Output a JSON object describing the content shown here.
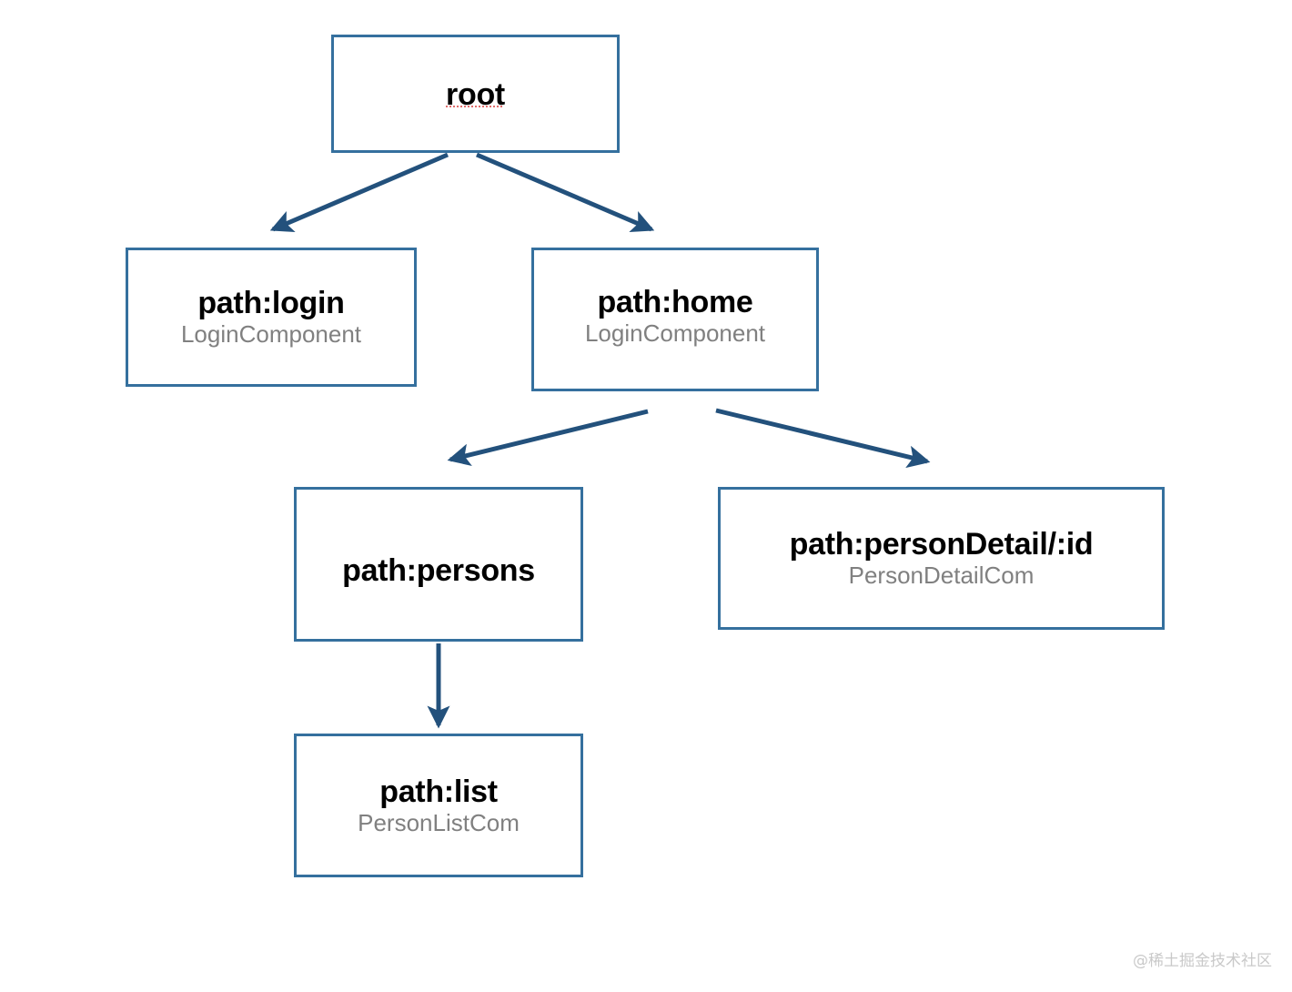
{
  "diagram": {
    "type": "tree",
    "colors": {
      "node_border": "#35709E",
      "node_fill": "#FFFFFF",
      "edge": "#23517C",
      "title_text": "#000000",
      "subtitle_text": "#808080",
      "spellcheck_underline": "#E06C6C",
      "watermark": "#C9C9C9",
      "background": "#FFFFFF"
    },
    "nodes": [
      {
        "id": "root",
        "title": "root",
        "subtitle": "",
        "spellcheck_underline": true
      },
      {
        "id": "login",
        "title": "path:login",
        "subtitle": "LoginComponent",
        "spellcheck_underline": false
      },
      {
        "id": "home",
        "title": "path:home",
        "subtitle": "LoginComponent",
        "spellcheck_underline": false
      },
      {
        "id": "persons",
        "title": "path:persons",
        "subtitle": "",
        "spellcheck_underline": false
      },
      {
        "id": "detail",
        "title": "path:personDetail/:id",
        "subtitle": "PersonDetailCom",
        "spellcheck_underline": false
      },
      {
        "id": "list",
        "title": "path:list",
        "subtitle": "PersonListCom",
        "spellcheck_underline": false
      }
    ],
    "edges": [
      {
        "from": "root",
        "to": "login"
      },
      {
        "from": "root",
        "to": "home"
      },
      {
        "from": "home",
        "to": "persons"
      },
      {
        "from": "home",
        "to": "detail"
      },
      {
        "from": "persons",
        "to": "list"
      }
    ]
  },
  "watermark": {
    "text": "@稀土掘金技术社区"
  }
}
